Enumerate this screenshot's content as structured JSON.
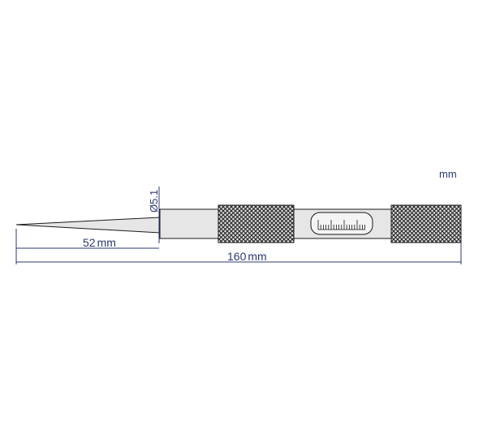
{
  "units_label": "mm",
  "dimensions": {
    "diameter": "Ø5.1",
    "tip_length_value": "52",
    "tip_length_unit": "mm",
    "overall_length_value": "160",
    "overall_length_unit": "mm"
  },
  "colors": {
    "line": "#2d3a6e",
    "body_fill": "#e6e6e6",
    "outline": "#1a1a1a",
    "knurl": "#3a3a3a"
  }
}
